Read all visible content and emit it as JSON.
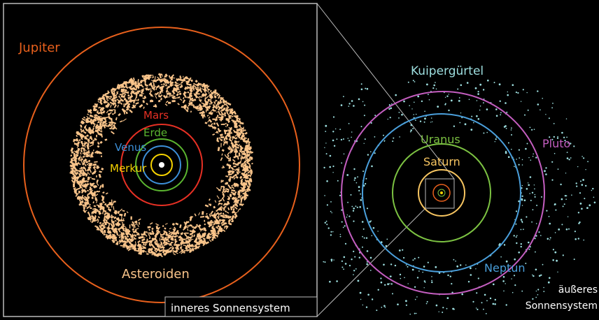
{
  "inner": {
    "caption": "inneres Sonnensystem",
    "labels": {
      "jupiter": "Jupiter",
      "mars": "Mars",
      "earth": "Erde",
      "venus": "Venus",
      "mercury": "Merkur",
      "asteroids": "Asteroiden"
    }
  },
  "outer": {
    "caption_line1": "äußeres",
    "caption_line2": "Sonnensystem",
    "labels": {
      "kuiper": "Kuipergürtel",
      "uranus": "Uranus",
      "saturn": "Saturn",
      "pluto": "Pluto",
      "neptune": "Neptun"
    }
  },
  "colors": {
    "background": "#000000",
    "frame": "#bbbbbb",
    "jupiter": "#e8601c",
    "mars": "#e63024",
    "earth": "#5bb530",
    "venus": "#3d8fd8",
    "mercury": "#f5d200",
    "sun": "#ffffff",
    "asteroids": "#f9c48a",
    "kuiper": "#9edfe0",
    "uranus": "#7cc242",
    "saturn": "#f7c561",
    "neptune": "#4a9fdb",
    "pluto": "#c45ec0",
    "caption": "#ffffff"
  }
}
